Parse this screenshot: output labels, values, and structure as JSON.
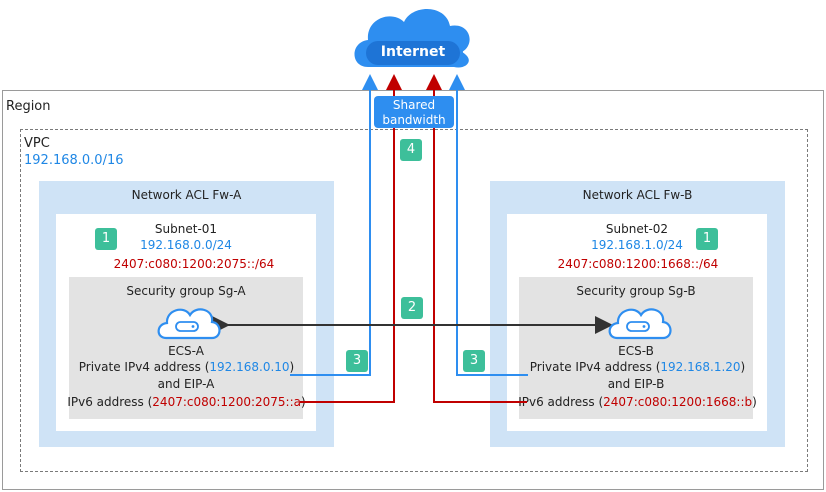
{
  "internet": {
    "label": "Internet"
  },
  "shared_bandwidth": {
    "line1": "Shared",
    "line2": "bandwidth"
  },
  "region": {
    "label": "Region"
  },
  "vpc": {
    "label": "VPC",
    "cidr": "192.168.0.0/16"
  },
  "acl_a": {
    "title": "Network ACL Fw-A",
    "subnet": {
      "name": "Subnet-01",
      "ipv4": "192.168.0.0/24",
      "ipv6": "2407:c080:1200:2075::/64"
    },
    "security_group": "Security group Sg-A",
    "ecs": {
      "name": "ECS-A",
      "ipv4_prefix": "Private IPv4 address (",
      "ipv4": "192.168.0.10",
      "ipv4_suffix": ")",
      "eip": "and EIP-A",
      "ipv6_prefix": "IPv6 address (",
      "ipv6": "2407:c080:1200:2075::a",
      "ipv6_suffix": ")"
    }
  },
  "acl_b": {
    "title": "Network ACL Fw-B",
    "subnet": {
      "name": "Subnet-02",
      "ipv4": "192.168.1.0/24",
      "ipv6": "2407:c080:1200:1668::/64"
    },
    "security_group": "Security group Sg-B",
    "ecs": {
      "name": "ECS-B",
      "ipv4_prefix": "Private IPv4 address (",
      "ipv4": "192.168.1.20",
      "ipv4_suffix": ")",
      "eip": "and EIP-B",
      "ipv6_prefix": "IPv6 address (",
      "ipv6": "2407:c080:1200:1668::b",
      "ipv6_suffix": ")"
    }
  },
  "badges": {
    "subnet_a": "1",
    "subnet_b": "1",
    "peer": "2",
    "eip_a": "3",
    "eip_b": "3",
    "bandwidth": "4"
  },
  "colors": {
    "ipv4_path": "#2e8ef0",
    "ipv6_path": "#c00000",
    "acl_fill": "#cfe3f6",
    "sg_fill": "#e3e3e3",
    "badge": "#3dbf9a"
  },
  "icons": {
    "internet": "cloud-icon",
    "ecs_a": "ecs-cloud-icon",
    "ecs_b": "ecs-cloud-icon"
  }
}
